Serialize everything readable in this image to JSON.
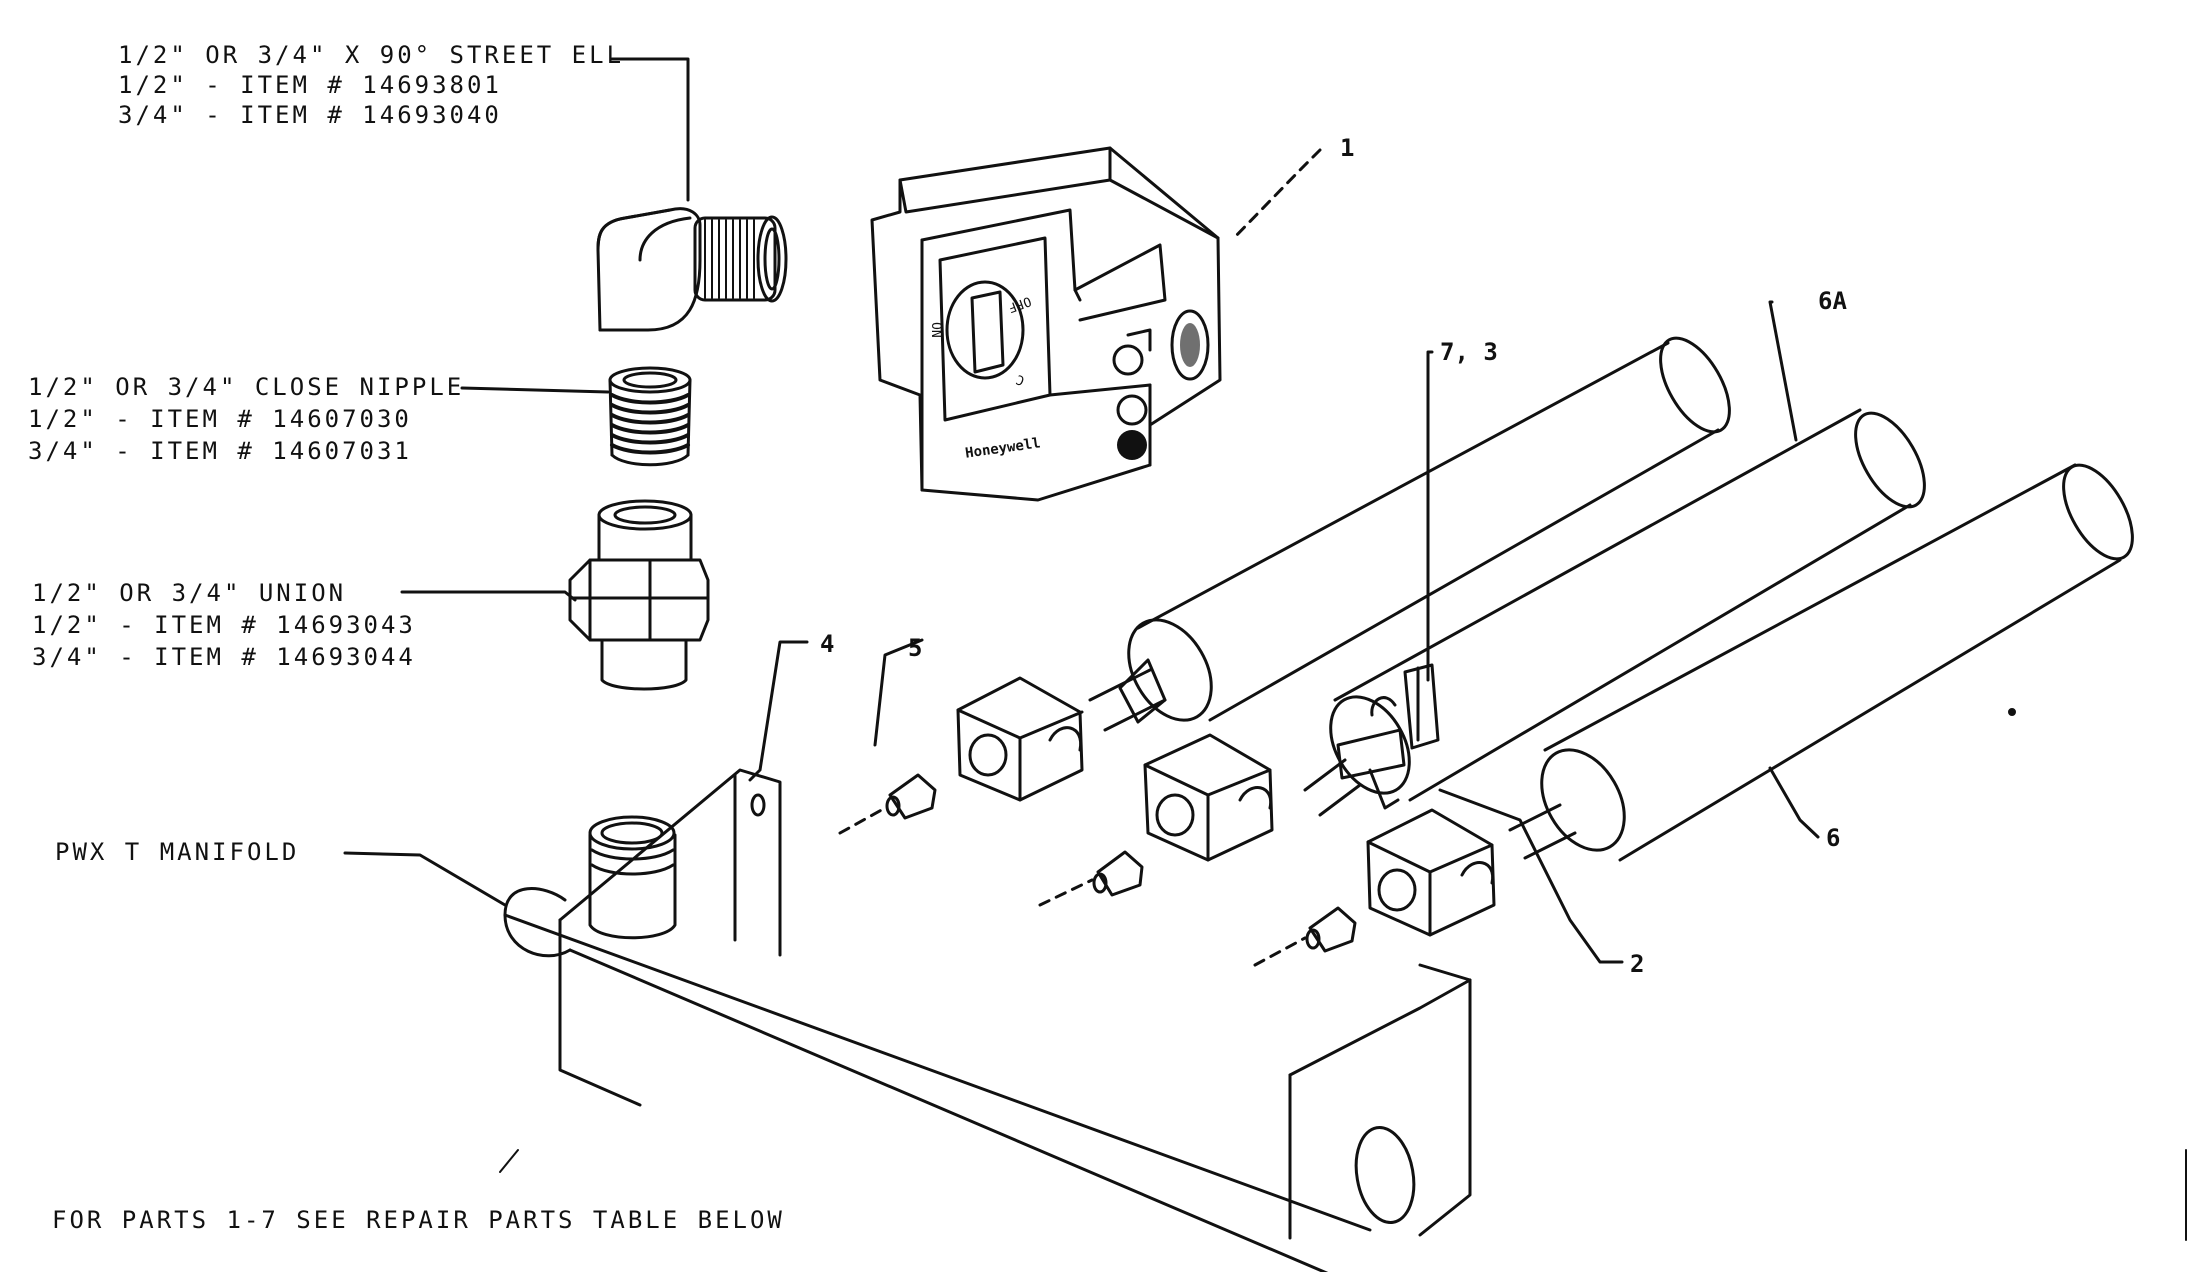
{
  "callouts": {
    "street_ell": [
      "1/2\" OR 3/4\" X 90° STREET ELL",
      "1/2\" - ITEM # 14693801",
      "3/4\" - ITEM # 14693040"
    ],
    "close_nipple": [
      "1/2\" OR 3/4\" CLOSE NIPPLE",
      "1/2\" - ITEM # 14607030",
      "3/4\" - ITEM # 14607031"
    ],
    "union": [
      "1/2\" OR 3/4\" UNION",
      "1/2\" - ITEM # 14693043",
      "3/4\" - ITEM # 14693044"
    ],
    "manifold": "PWX T MANIFOLD",
    "footer": "FOR PARTS 1-7 SEE REPAIR PARTS TABLE BELOW"
  },
  "part_numbers": {
    "p1": "1",
    "p2": "2",
    "p4": "4",
    "p5": "5",
    "p6": "6",
    "p6a": "6A",
    "p7_3": "7, 3"
  },
  "valve": {
    "brand": "Honeywell",
    "knob_off": "OFF",
    "knob_on": "ON",
    "knob_c": "C"
  },
  "colors": {
    "ink": "#111111",
    "paper": "#ffffff"
  }
}
